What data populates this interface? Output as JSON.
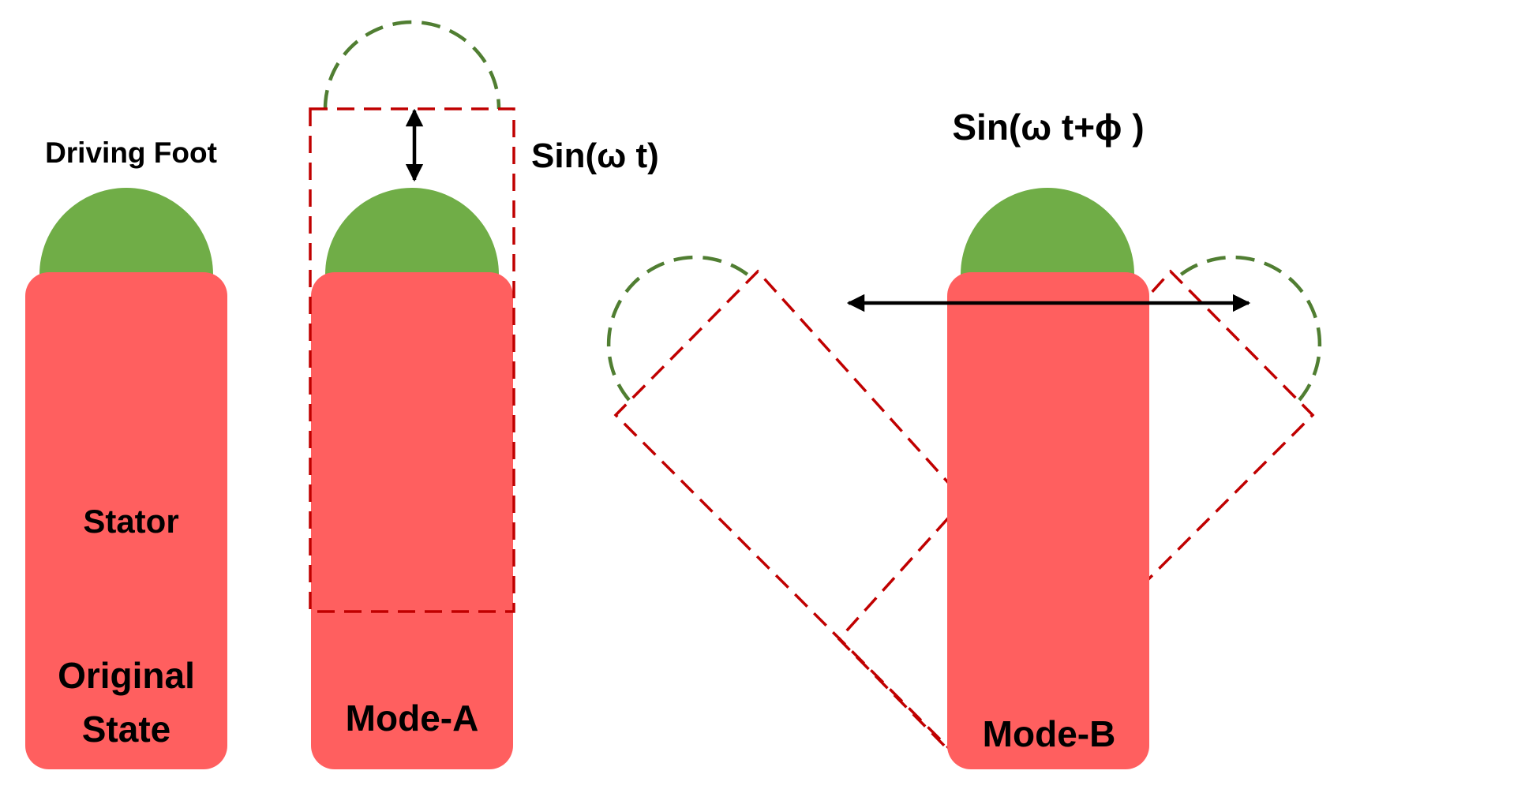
{
  "labels": {
    "driving_foot": "Driving Foot",
    "stator": "Stator",
    "original_state_line1": "Original",
    "original_state_line2": "State",
    "mode_a": "Mode-A",
    "mode_b": "Mode-B",
    "sin_wt": "Sin(ω t)",
    "sin_wt_phi": "Sin(ω t+ϕ )"
  },
  "colors": {
    "stator_fill": "#ff5f5f",
    "foot_fill": "#70ad47",
    "dashed_outline": "#c00000",
    "dashed_foot": "#507e32",
    "arrow": "#000000"
  }
}
